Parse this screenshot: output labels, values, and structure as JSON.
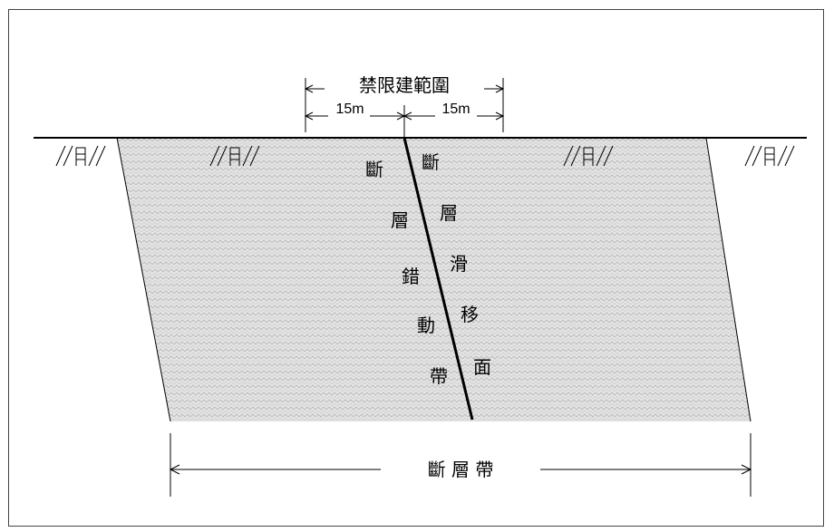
{
  "diagram": {
    "title": "禁限建範圍",
    "left_distance": "15m",
    "right_distance": "15m",
    "fault_zone_label": "斷 層 帶",
    "fault_displacement_zone": [
      "斷",
      "層",
      "錯",
      "動",
      "帶"
    ],
    "fault_slip_plane": [
      "斷",
      "層",
      "滑",
      "移",
      "面"
    ]
  }
}
